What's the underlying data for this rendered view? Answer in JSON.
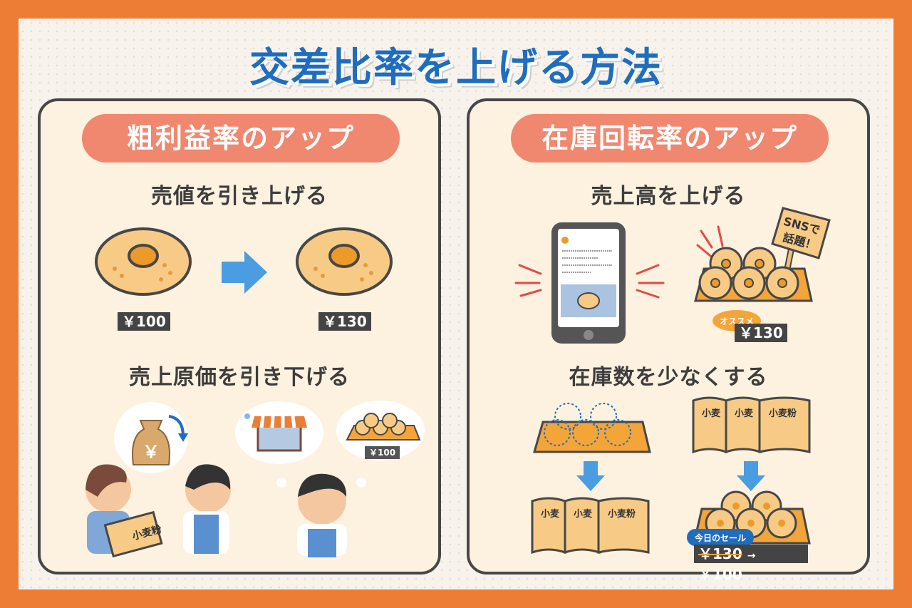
{
  "title": "交差比率を上げる方法",
  "left": {
    "heading": "粗利益率のアップ",
    "section1": {
      "title": "売値を引き上げる",
      "price_before": "￥100",
      "price_after": "￥130"
    },
    "section2": {
      "title": "売上原価を引き下げる",
      "bag_label": "小麦粉",
      "bubble_price": "￥100",
      "money_symbol": "￥"
    }
  },
  "right": {
    "heading": "在庫回転率のアップ",
    "section1": {
      "title": "売上高を上げる",
      "sign": [
        "SNSで",
        "話題！"
      ],
      "badge": "オススメ",
      "price": "￥130"
    },
    "section2": {
      "title": "在庫数を少なくする",
      "bag_labels": [
        "小麦",
        "小麦",
        "小麦粉"
      ],
      "sale_badge": "今日のセール",
      "old_price": "￥130",
      "arrow": "→",
      "new_price": "￥100"
    }
  },
  "colors": {
    "border": "#ed7d34",
    "title": "#1f6dbf",
    "pill": "#f0876f",
    "donut": "#f7cb86",
    "arrow": "#4a9de0"
  }
}
